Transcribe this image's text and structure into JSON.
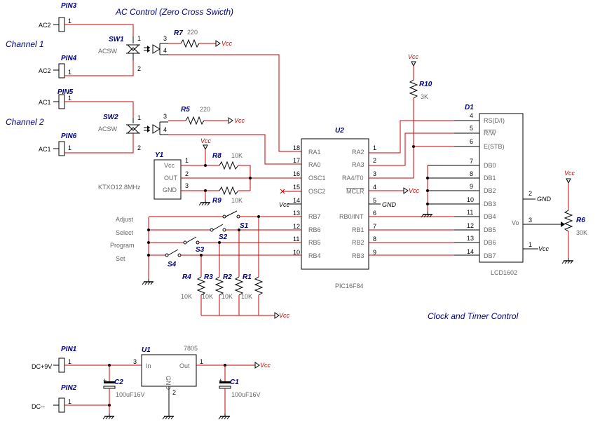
{
  "title": "AC Control (Zero Cross Swicth)",
  "channels": {
    "ch1": "Channel 1",
    "ch2": "Channel 2"
  },
  "footer_label": "Clock and Timer Control",
  "connectors": {
    "pin3": {
      "ref": "PIN3",
      "net": "AC2",
      "pin": "1"
    },
    "pin4": {
      "ref": "PIN4",
      "net": "AC2",
      "pin": "1"
    },
    "pin5": {
      "ref": "PIN5",
      "net": "AC1",
      "pin": "1"
    },
    "pin6": {
      "ref": "PIN6",
      "net": "AC1",
      "pin": "1"
    },
    "pin1": {
      "ref": "PIN1",
      "net": "DC+9V",
      "pin": "1"
    },
    "pin2": {
      "ref": "PIN2",
      "net": "DC--",
      "pin": "1"
    }
  },
  "switches_ac": {
    "sw1": {
      "ref": "SW1",
      "type": "ACSW",
      "p1": "1",
      "p2": "2",
      "p3": "3",
      "p4": "4"
    },
    "sw2": {
      "ref": "SW2",
      "type": "ACSW",
      "p1": "1",
      "p2": "2",
      "p3": "3",
      "p4": "4"
    }
  },
  "resistors": {
    "r7": {
      "ref": "R7",
      "value": "220"
    },
    "r5": {
      "ref": "R5",
      "value": "220"
    },
    "r8": {
      "ref": "R8",
      "value": "10K"
    },
    "r9": {
      "ref": "R9",
      "value": "10K"
    },
    "r10": {
      "ref": "R10",
      "value": "3K"
    },
    "r4": {
      "ref": "R4",
      "value": "10K"
    },
    "r3": {
      "ref": "R3",
      "value": "10K"
    },
    "r2": {
      "ref": "R2",
      "value": "10K"
    },
    "r1": {
      "ref": "R1",
      "value": "10K"
    },
    "r6": {
      "ref": "R6",
      "value": "30K"
    }
  },
  "vcc_label": "Vcc",
  "gnd_label": "GND",
  "crystal": {
    "ref": "Y1",
    "model": "KTXO12.8MHz",
    "pins": [
      "Vcc",
      "OUT",
      "GND"
    ],
    "nums": [
      "1",
      "2",
      "3"
    ]
  },
  "mcu": {
    "ref": "U2",
    "model": "PIC16F84",
    "left_pins": [
      {
        "num": "18",
        "name": "RA1"
      },
      {
        "num": "17",
        "name": "RA0"
      },
      {
        "num": "16",
        "name": "OSC1"
      },
      {
        "num": "15",
        "name": "OSC2"
      },
      {
        "num": "14",
        "name": "Vcc"
      },
      {
        "num": "13",
        "name": "RB7"
      },
      {
        "num": "12",
        "name": "RB6"
      },
      {
        "num": "11",
        "name": "RB5"
      },
      {
        "num": "10",
        "name": "RB4"
      }
    ],
    "right_pins": [
      {
        "num": "1",
        "name": "RA2"
      },
      {
        "num": "2",
        "name": "RA3"
      },
      {
        "num": "3",
        "name": "RA4/T0"
      },
      {
        "num": "4",
        "name": "MCLR"
      },
      {
        "num": "5",
        "name": "GND"
      },
      {
        "num": "6",
        "name": "RB0/INT"
      },
      {
        "num": "7",
        "name": "RB1"
      },
      {
        "num": "8",
        "name": "RB2"
      },
      {
        "num": "9",
        "name": "RB3"
      }
    ]
  },
  "lcd": {
    "ref": "D1",
    "model": "LCD1602",
    "left_pins": [
      {
        "num": "4",
        "name": "RS(D/I)"
      },
      {
        "num": "5",
        "name": "R/W"
      },
      {
        "num": "6",
        "name": "E(STB)"
      },
      {
        "num": "7",
        "name": "DB0"
      },
      {
        "num": "8",
        "name": "DB1"
      },
      {
        "num": "9",
        "name": "DB2"
      },
      {
        "num": "10",
        "name": "DB3"
      },
      {
        "num": "11",
        "name": "DB4"
      },
      {
        "num": "12",
        "name": "DB5"
      },
      {
        "num": "13",
        "name": "DB6"
      },
      {
        "num": "14",
        "name": "DB7"
      }
    ],
    "vo": "Vo",
    "p2": "2",
    "p3": "3",
    "p1": "1"
  },
  "buttons": [
    {
      "label": "Adjust",
      "ref": "S1"
    },
    {
      "label": "Select",
      "ref": "S2"
    },
    {
      "label": "Program",
      "ref": "S3"
    },
    {
      "label": "Set",
      "ref": "S4"
    }
  ],
  "regulator": {
    "ref": "U1",
    "model": "7805",
    "in": "In",
    "out": "Out",
    "gnd": "GND",
    "p_in": "3",
    "p_out": "1",
    "p_gnd": "2"
  },
  "capacitors": {
    "c1": {
      "ref": "C1",
      "value": "100uF16V"
    },
    "c2": {
      "ref": "C2",
      "value": "100uF16V"
    }
  }
}
